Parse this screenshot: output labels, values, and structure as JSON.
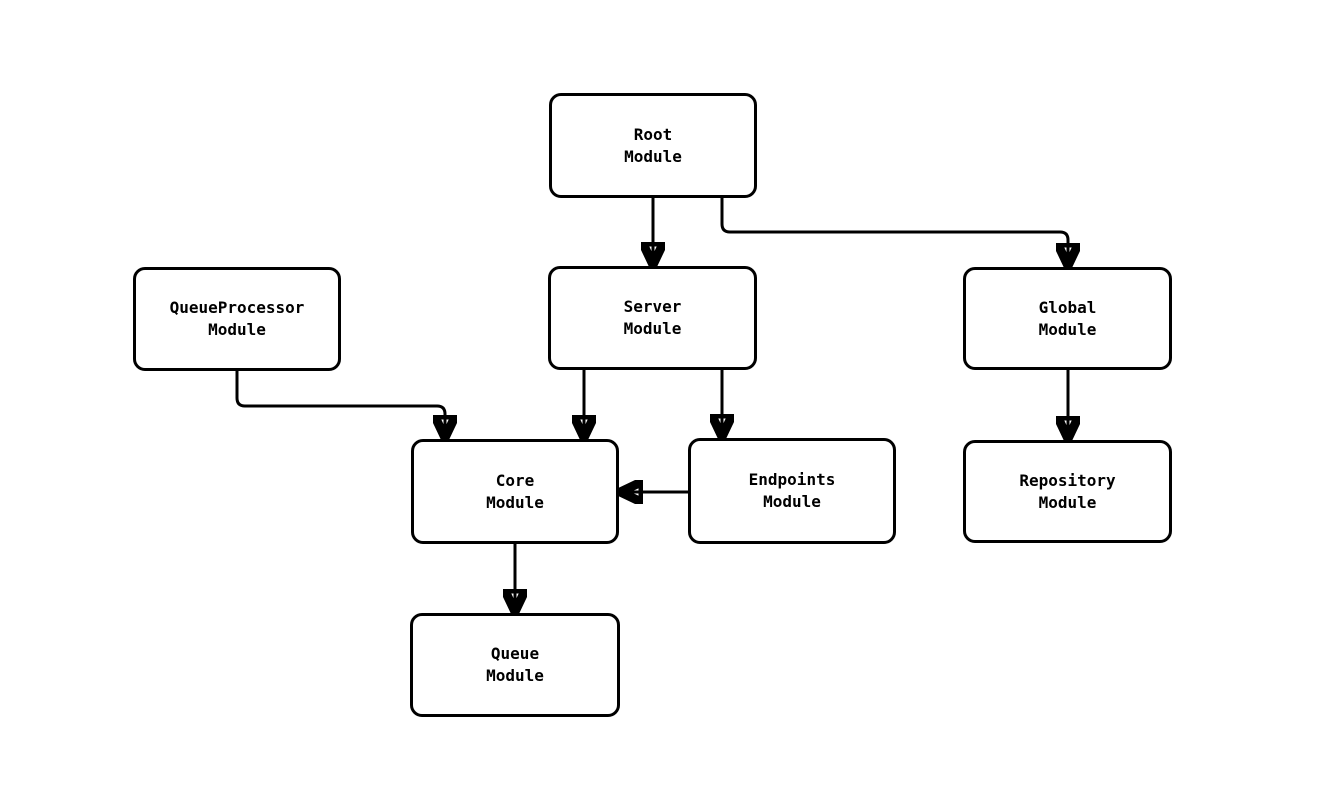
{
  "diagram": {
    "type": "module-dependency-flowchart",
    "background_color": "#ffffff",
    "stroke_color": "#000000",
    "nodes": {
      "root": {
        "line1": "Root",
        "line2": "Module"
      },
      "queueprocessor": {
        "line1": "QueueProcessor",
        "line2": "Module"
      },
      "server": {
        "line1": "Server",
        "line2": "Module"
      },
      "global": {
        "line1": "Global",
        "line2": "Module"
      },
      "core": {
        "line1": "Core",
        "line2": "Module"
      },
      "endpoints": {
        "line1": "Endpoints",
        "line2": "Module"
      },
      "repository": {
        "line1": "Repository",
        "line2": "Module"
      },
      "queue": {
        "line1": "Queue",
        "line2": "Module"
      }
    },
    "edges": [
      {
        "from": "Root Module",
        "to": "Server Module"
      },
      {
        "from": "Root Module",
        "to": "Global Module"
      },
      {
        "from": "QueueProcessor Module",
        "to": "Core Module"
      },
      {
        "from": "Server Module",
        "to": "Core Module"
      },
      {
        "from": "Server Module",
        "to": "Endpoints Module"
      },
      {
        "from": "Endpoints Module",
        "to": "Core Module"
      },
      {
        "from": "Global Module",
        "to": "Repository Module"
      },
      {
        "from": "Core Module",
        "to": "Queue Module"
      }
    ]
  }
}
